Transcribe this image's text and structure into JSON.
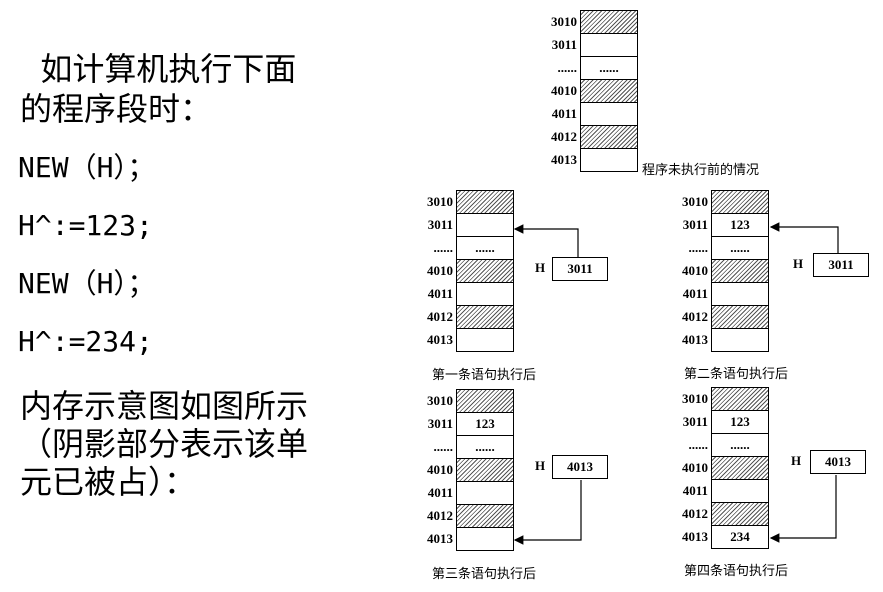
{
  "text": {
    "line1": "  如计算机执行下面",
    "line2": "的程序段时：",
    "code1": "NEW（H）；",
    "code2": "H^:=123;",
    "code3": "NEW（H）；",
    "code4": "H^:=234;",
    "line3": "内存示意图如图所示",
    "line4": "（阴影部分表示该单",
    "line5": "元已被占）："
  },
  "addresses": [
    "3010",
    "3011",
    "......",
    "4010",
    "4011",
    "4012",
    "4013"
  ],
  "diagrams": [
    {
      "caption": "程序未执行前的情况",
      "cells": [
        "",
        "",
        "......",
        "",
        "",
        "",
        ""
      ],
      "h_label": "",
      "h_value": ""
    },
    {
      "caption": "第一条语句执行后",
      "cells": [
        "",
        "",
        "......",
        "",
        "",
        "",
        ""
      ],
      "h_label": "H",
      "h_value": "3011"
    },
    {
      "caption": "第二条语句执行后",
      "cells": [
        "",
        "123",
        "......",
        "",
        "",
        "",
        ""
      ],
      "h_label": "H",
      "h_value": "3011"
    },
    {
      "caption": "第三条语句执行后",
      "cells": [
        "",
        "123",
        "......",
        "",
        "",
        "",
        ""
      ],
      "h_label": "H",
      "h_value": "4013"
    },
    {
      "caption": "第四条语句执行后",
      "cells": [
        "",
        "123",
        "......",
        "",
        "",
        "",
        "234"
      ],
      "h_label": "H",
      "h_value": "4013"
    }
  ]
}
